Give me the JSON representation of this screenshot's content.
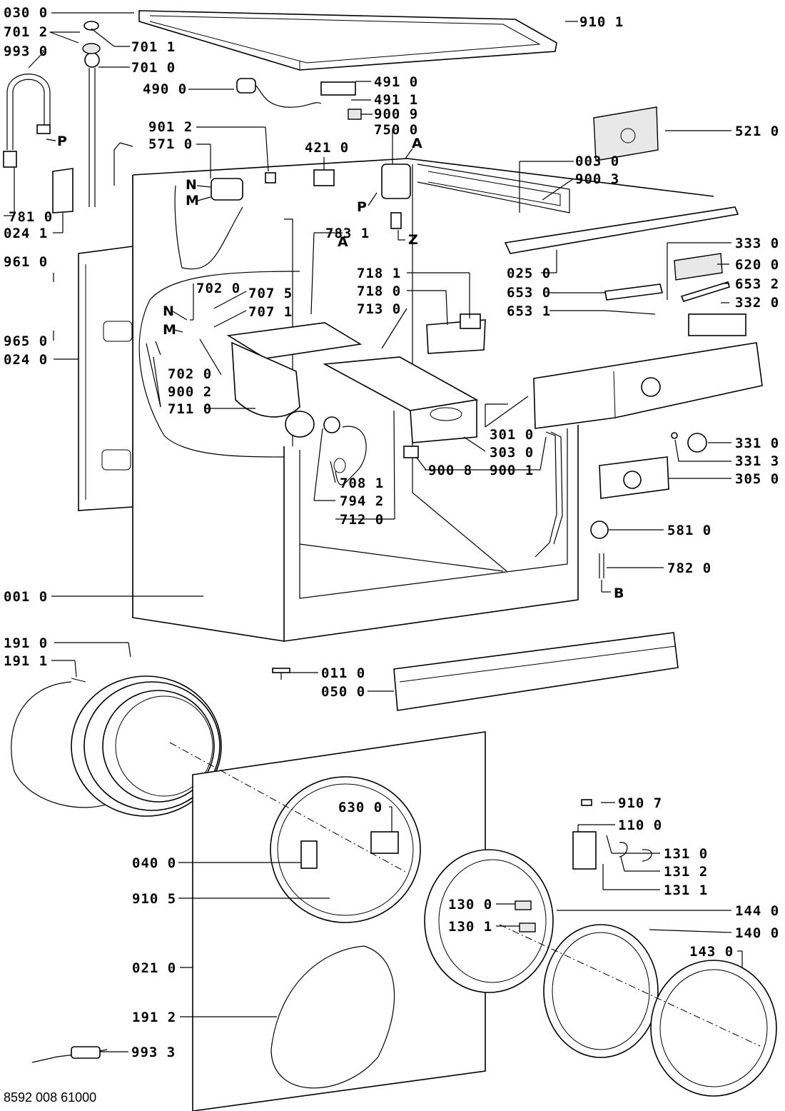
{
  "diagram": {
    "footer_code": "8592 008 61000",
    "part_labels": [
      "030 0",
      "701 2",
      "993 0",
      "701 1",
      "701 0",
      "490 0",
      "491 0",
      "491 1",
      "900 9",
      "750 0",
      "910 1",
      "521 0",
      "901 2",
      "571 0",
      "421 0",
      "003 0",
      "900 3",
      "781 0",
      "024 1",
      "783 1",
      "025 0",
      "333 0",
      "620 0",
      "653 2",
      "653 0",
      "653 1",
      "332 0",
      "961 0",
      "702 0",
      "707 5",
      "707 1",
      "718 1",
      "718 0",
      "713 0",
      "965 0",
      "024 0",
      "702 0",
      "900 2",
      "711 0",
      "301 0",
      "303 0",
      "900 1",
      "900 8",
      "708 1",
      "794 2",
      "712 0",
      "331 0",
      "331 3",
      "305 0",
      "581 0",
      "782 0",
      "001 0",
      "191 0",
      "191 1",
      "011 0",
      "050 0",
      "910 7",
      "110 0",
      "630 0",
      "131 0",
      "131 2",
      "131 1",
      "040 0",
      "910 5",
      "130 0",
      "144 0",
      "130 1",
      "140 0",
      "143 0",
      "021 0",
      "191 2",
      "993 3"
    ],
    "letter_markers": [
      "P",
      "N",
      "M",
      "A",
      "P",
      "Z",
      "A",
      "N",
      "M",
      "B"
    ]
  }
}
